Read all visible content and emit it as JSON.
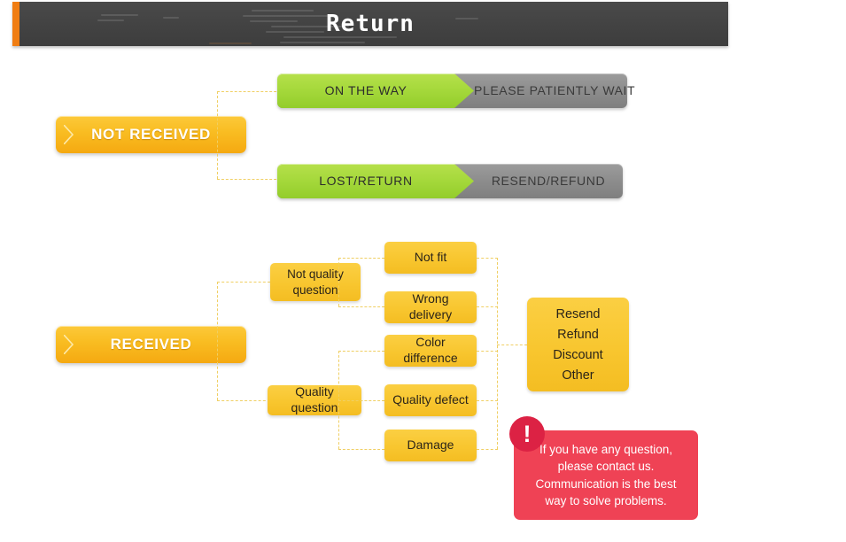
{
  "header": {
    "title": "Return",
    "accent_color": "#f07d12",
    "bar_color": "#434343"
  },
  "flow": {
    "stages": [
      {
        "label": "NOT RECEIVED"
      },
      {
        "label": "RECEIVED"
      }
    ],
    "pipelines": [
      {
        "status": "ON THE WAY",
        "action": "PLEASE PATIENTLY WAIT"
      },
      {
        "status": "LOST/RETURN",
        "action": "RESEND/REFUND"
      }
    ],
    "categories": [
      {
        "label": "Not quality question"
      },
      {
        "label": "Quality question"
      }
    ],
    "reasons": [
      {
        "label": "Not fit"
      },
      {
        "label": "Wrong delivery"
      },
      {
        "label": "Color difference"
      },
      {
        "label": "Quality defect"
      },
      {
        "label": "Damage"
      }
    ],
    "resolutions": [
      {
        "label": "Resend"
      },
      {
        "label": "Refund"
      },
      {
        "label": "Discount"
      },
      {
        "label": "Other"
      }
    ]
  },
  "notice": {
    "icon": "exclamation-mark",
    "text": "If you have any question, please contact us. Communication is the best way to solve problems.",
    "line1": "If you have any question,",
    "line2": "please contact us.",
    "line3": "Communication is the best",
    "line4": "way to solve problems.",
    "background_color": "#ef4255",
    "badge_color": "#dc2244"
  },
  "palette": {
    "green": "#a6d93c",
    "gray": "#8e8e8e",
    "yellow": "#f8c62f",
    "orange": "#f9bd22",
    "dash": "#f0cf63"
  }
}
